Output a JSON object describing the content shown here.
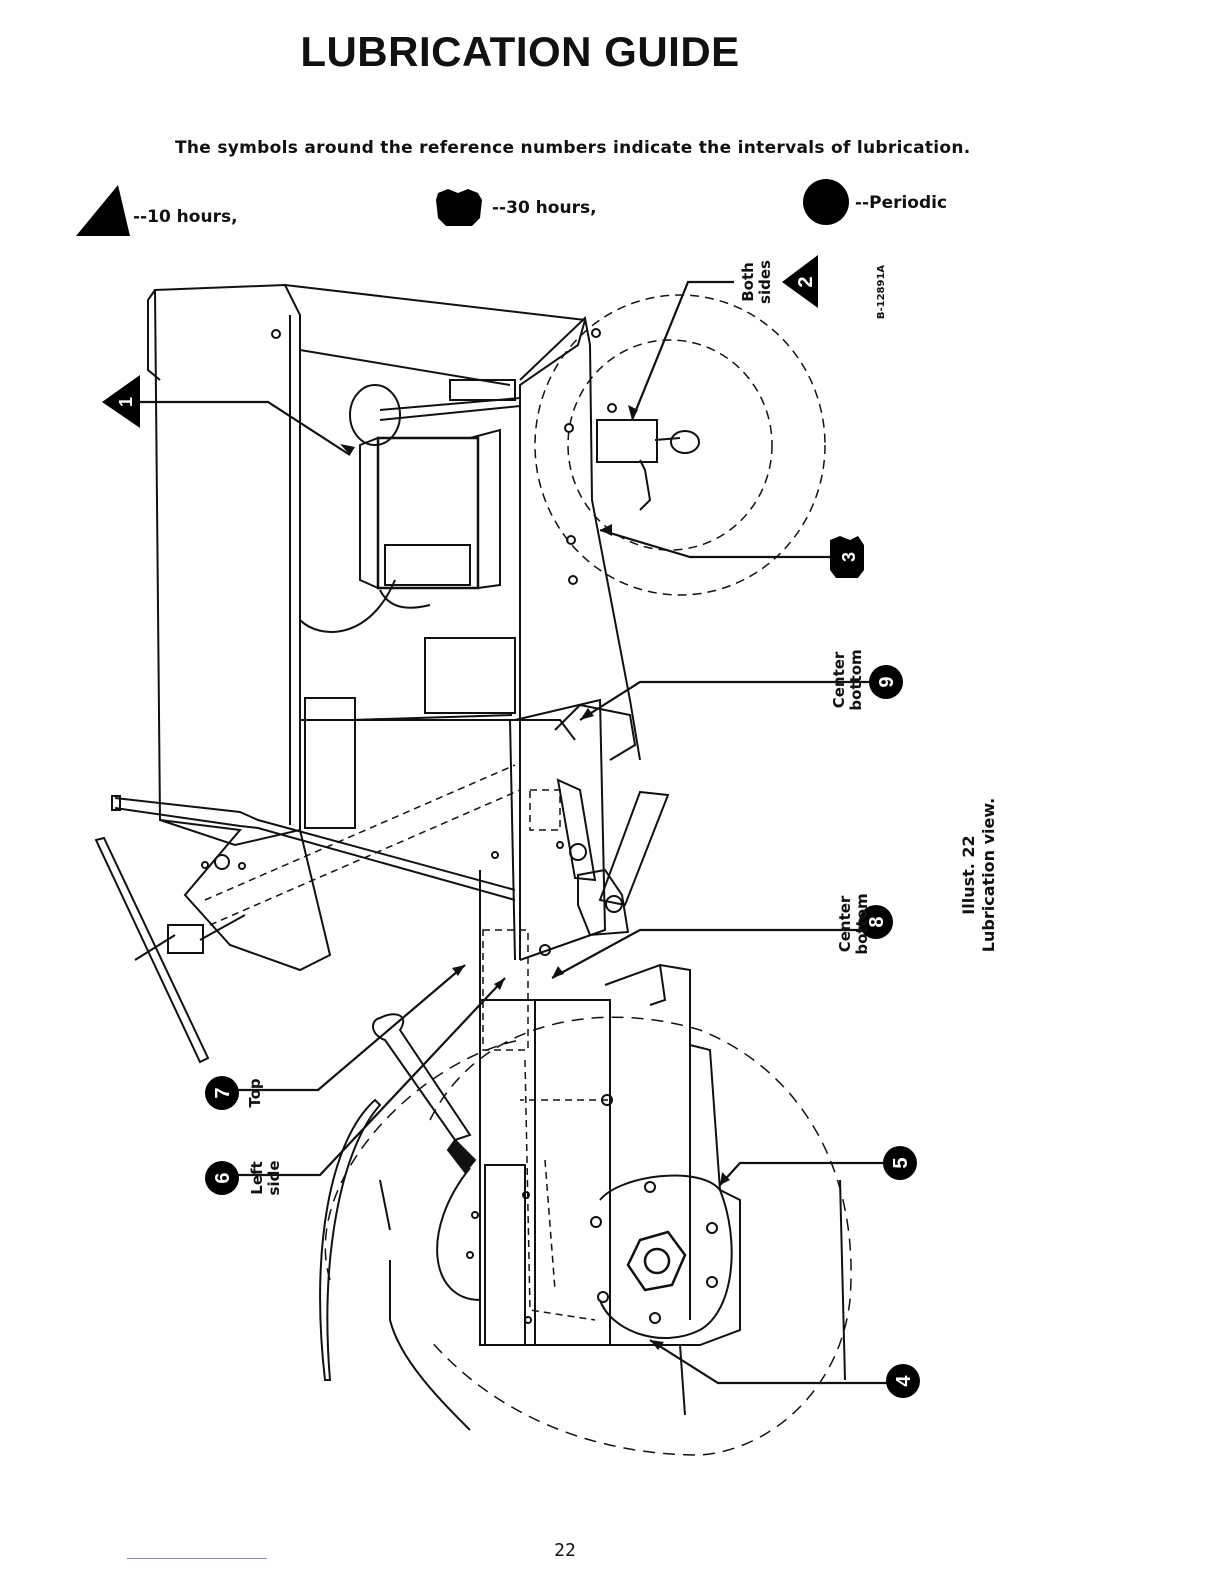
{
  "title": "LUBRICATION GUIDE",
  "intro": "The symbols around the reference numbers indicate the intervals of lubrication.",
  "legend": {
    "ten_hours": "--10 hours,",
    "thirty_hours": "--30 hours,",
    "periodic": "--Periodic"
  },
  "figure_code": "B-12891A",
  "callouts": {
    "c1": {
      "number": "1",
      "label": ""
    },
    "c2": {
      "number": "2",
      "label_line1": "Both",
      "label_line2": "sides"
    },
    "c3": {
      "number": "3",
      "label": ""
    },
    "c4": {
      "number": "4",
      "label": ""
    },
    "c5": {
      "number": "5",
      "label": ""
    },
    "c6": {
      "number": "6",
      "label_line1": "Left",
      "label_line2": "side"
    },
    "c7": {
      "number": "7",
      "label": "Top"
    },
    "c8": {
      "number": "8",
      "label_line1": "Center",
      "label_line2": "bottom"
    },
    "c9": {
      "number": "9",
      "label_line1": "Center",
      "label_line2": "bottom"
    }
  },
  "caption": {
    "line1": "Illust. 22",
    "line2": "Lubrication view."
  },
  "page_number": "22",
  "colors": {
    "ink": "#111111",
    "symbol": "#000000",
    "rule": "#7a86d8"
  }
}
